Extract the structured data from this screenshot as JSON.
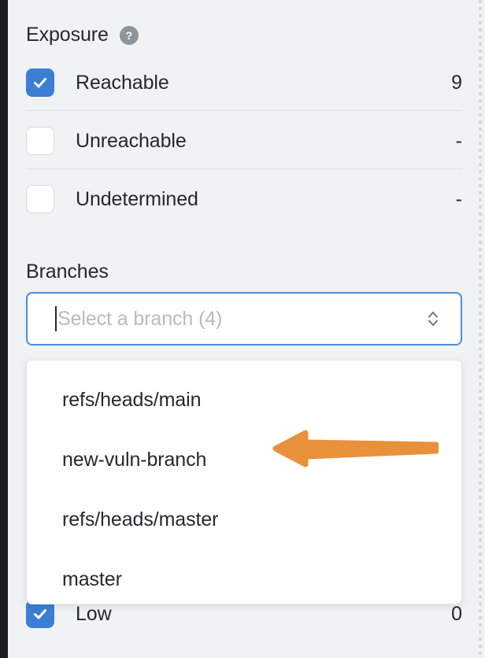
{
  "exposure": {
    "title": "Exposure",
    "help_icon": "question-mark-icon",
    "rows": [
      {
        "label": "Reachable",
        "count": "9",
        "checked": true
      },
      {
        "label": "Unreachable",
        "count": "-",
        "checked": false
      },
      {
        "label": "Undetermined",
        "count": "-",
        "checked": false
      }
    ]
  },
  "branches": {
    "label": "Branches",
    "placeholder": "Select a branch (4)",
    "value": "",
    "stepper_icon": "up-down-chevron-icon",
    "options": [
      "refs/heads/main",
      "new-vuln-branch",
      "refs/heads/master",
      "master"
    ]
  },
  "severity_partial": {
    "label": "Low",
    "count": "0",
    "checked": true
  },
  "annotation": {
    "arrow_color": "#e8903a",
    "points_to": "new-vuln-branch"
  },
  "colors": {
    "accent_blue": "#3b7fd4",
    "focus_blue": "#4a8fe0",
    "background": "#f0f2f4",
    "rail_dark": "#1b1e22",
    "help_gray": "#8c949c",
    "divider": "#dfe2e6",
    "placeholder": "#b6bcc2",
    "text": "#24292e"
  }
}
